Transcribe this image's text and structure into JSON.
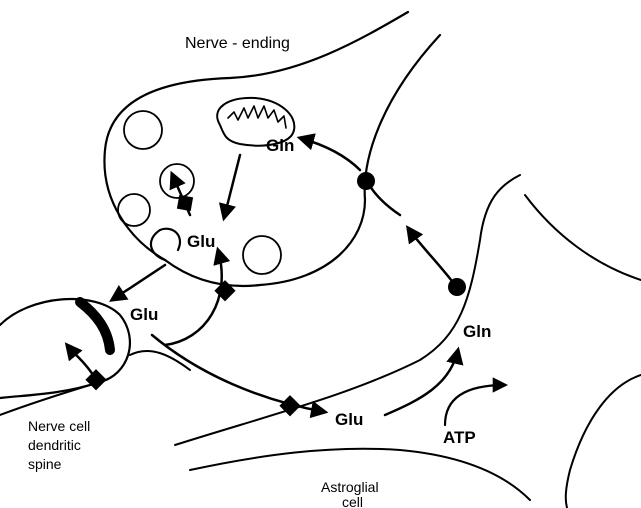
{
  "labels": {
    "nerve_ending": "Nerve - ending",
    "gln_top": "Gln",
    "glu_vesicle": "Glu",
    "glu_cleft": "Glu",
    "glu_astro": "Glu",
    "gln_right": "Gln",
    "atp": "ATP",
    "dendritic_line1": "Nerve cell",
    "dendritic_line2": "dendritic",
    "dendritic_line3": "spine",
    "astro_line1": "Astroglial",
    "astro_line2": "cell"
  },
  "colors": {
    "ink": "#000000",
    "background": "#ffffff"
  }
}
